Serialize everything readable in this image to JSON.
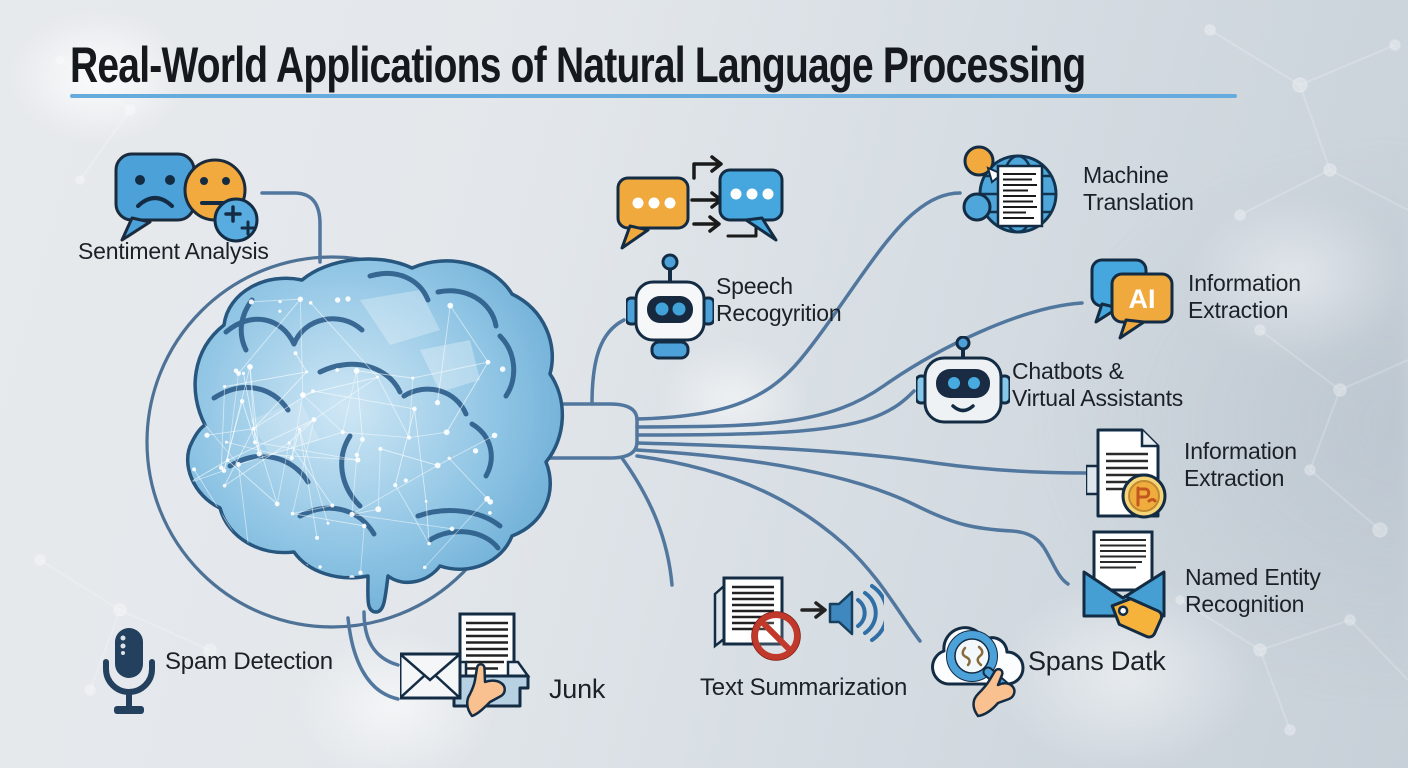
{
  "title": {
    "text": "Real-World Applications of Natural Language Processing"
  },
  "items": {
    "sentiment_analysis": {
      "label": "Sentiment Analysis"
    },
    "speech_recognition": {
      "line1": "Speech",
      "line2": "Recogyrition"
    },
    "machine_translation": {
      "line1": "Machine",
      "line2": "Translation"
    },
    "information_extraction_ai": {
      "line1": "Information",
      "line2": "Extraction",
      "badge": "AI"
    },
    "chatbots": {
      "line1": "Chatbots &",
      "line2": "Virtual Assistants"
    },
    "information_extraction_doc": {
      "line1": "Information",
      "line2": "Extraction"
    },
    "named_entity_recognition": {
      "line1": "Named Entity",
      "line2": "Recognition"
    },
    "spam_detection": {
      "label": "Spam Detection"
    },
    "junk": {
      "label": "Junk"
    },
    "text_summarization": {
      "label": "Text Summarization"
    },
    "spans_datk": {
      "label": "Spans Datk"
    }
  },
  "colors": {
    "accent_blue": "#4ba1d8",
    "accent_orange": "#f0a93c",
    "connector": "#52779e",
    "underline": "#66abdd",
    "text": "#1c2127",
    "mic_navy": "#23405e",
    "prohibition_red": "#c0392b",
    "brain_fill": "#8ec4e4"
  }
}
